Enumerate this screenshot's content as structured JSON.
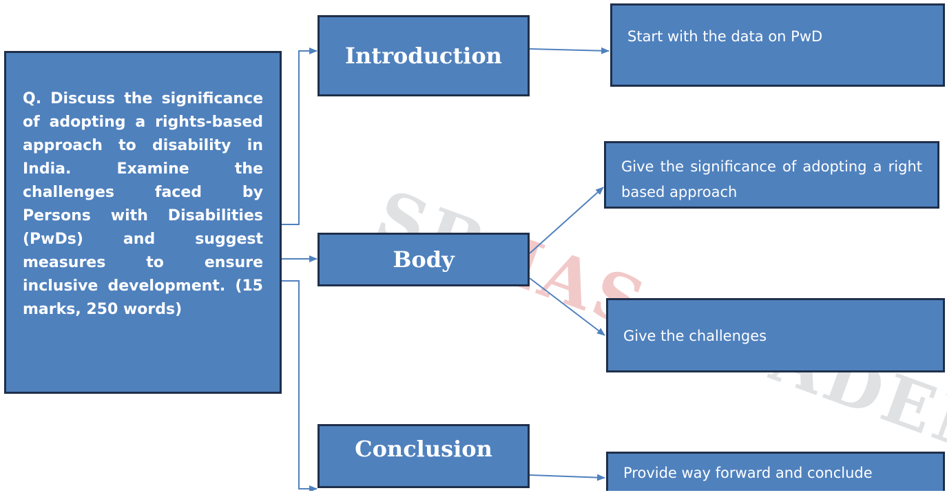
{
  "question": {
    "text": "Q. Discuss the significance of adopting a rights-based approach to disability in India. Examine the challenges faced by Persons with Disabilities (PwDs) and suggest measures to ensure inclusive development. (15 marks, 250 words)"
  },
  "stages": {
    "introduction": "Introduction",
    "body": "Body",
    "conclusion": "Conclusion"
  },
  "notes": {
    "intro": "Start with the data on PwD",
    "significance": "Give the significance of adopting a right based approach",
    "challenges": "Give the challenges",
    "conclusion": "Provide way forward and conclude"
  },
  "watermark": {
    "sb": "SB",
    "ias": "IAS",
    "academy": "ACADEMY"
  },
  "colors": {
    "box_fill": "#4f81bd",
    "box_border": "#1f2f4a",
    "connector": "#4f81bd"
  }
}
